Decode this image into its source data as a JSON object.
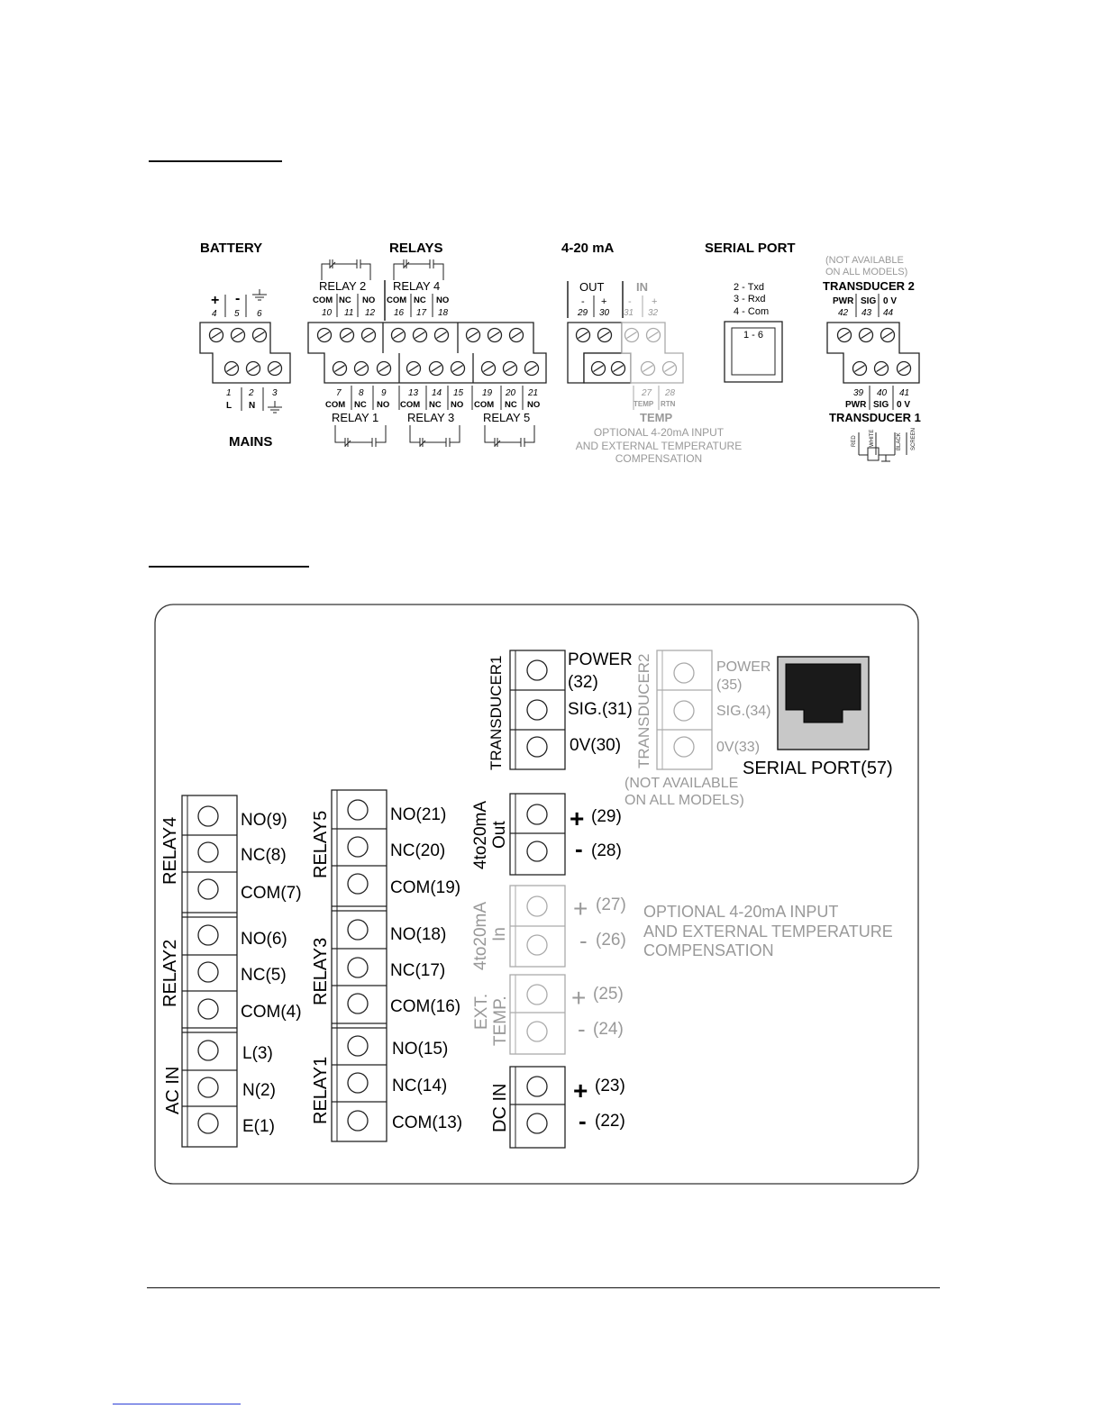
{
  "diagram_a": {
    "battery": {
      "title": "BATTERY",
      "signs": [
        "+",
        "-"
      ],
      "nums": [
        "4",
        "5",
        "6"
      ]
    },
    "relays": {
      "title": "RELAYS",
      "relay2": "RELAY 2",
      "relay4": "RELAY 4",
      "relay1": "RELAY 1",
      "relay3": "RELAY 3",
      "relay5": "RELAY 5",
      "com": "COM",
      "nc": "NC",
      "no": "NO",
      "top_nums": [
        "10",
        "11",
        "12",
        "16",
        "17",
        "18"
      ],
      "bottom_nums": [
        "7",
        "8",
        "9",
        "13",
        "14",
        "15",
        "19",
        "20",
        "21"
      ]
    },
    "mains": {
      "title": "MAINS",
      "nums": [
        "1",
        "2",
        "3"
      ],
      "letters": [
        "L",
        "N"
      ]
    },
    "ma": {
      "title": "4-20 mA",
      "out": "OUT",
      "in": "IN",
      "signs": [
        "-",
        "+",
        "-",
        "+"
      ],
      "nums": [
        "29",
        "30",
        "31",
        "32"
      ],
      "temp_nums": [
        "27",
        "28"
      ],
      "temp_sub": [
        "TEMP",
        "RTN"
      ],
      "temp": "TEMP",
      "note": [
        "OPTIONAL 4-20mA INPUT",
        "AND EXTERNAL TEMPERATURE",
        "COMPENSATION"
      ]
    },
    "serial": {
      "title": "SERIAL PORT",
      "pins": [
        "2 - Txd",
        "3 - Rxd",
        "4 - Com"
      ],
      "range": "1 - 6"
    },
    "t2": {
      "note": [
        "(NOT AVAILABLE",
        "ON ALL MODELS)"
      ],
      "title": "TRANSDUCER 2",
      "labels": [
        "PWR",
        "SIG",
        "0 V"
      ],
      "nums": [
        "42",
        "43",
        "44"
      ]
    },
    "t1": {
      "nums": [
        "39",
        "40",
        "41"
      ],
      "labels": [
        "PWR",
        "SIG",
        "0 V"
      ],
      "title": "TRANSDUCER  1",
      "wires": [
        "RED",
        "WHITE",
        "BLACK",
        "SCREEN"
      ]
    }
  },
  "diagram_b": {
    "transducer1": "TRANSDUCER1",
    "t1_labels": [
      "POWER",
      "(32)",
      "SIG.(31)",
      "0V(30)"
    ],
    "transducer2": "TRANSDUCER2",
    "t2_labels": [
      "POWER",
      "(35)",
      "SIG.(34)",
      "0V(33)"
    ],
    "not_available": [
      "(NOT AVAILABLE",
      "ON ALL MODELS)"
    ],
    "serial_port": "SERIAL PORT(57)",
    "relay4": "RELAY4",
    "relay4_labels": [
      "NO(9)",
      "NC(8)",
      "COM(7)"
    ],
    "relay2": "RELAY2",
    "relay2_labels": [
      "NO(6)",
      "NC(5)",
      "COM(4)"
    ],
    "ac_in": "AC IN",
    "ac_labels": [
      "L(3)",
      "N(2)",
      "E(1)"
    ],
    "relay5": "RELAY5",
    "relay5_labels": [
      "NO(21)",
      "NC(20)",
      "COM(19)"
    ],
    "relay3": "RELAY3",
    "relay3_labels": [
      "NO(18)",
      "NC(17)",
      "COM(16)"
    ],
    "relay1": "RELAY1",
    "relay1_labels": [
      "NO(15)",
      "NC(14)",
      "COM(13)"
    ],
    "ma_out": [
      "4to20mA",
      "Out"
    ],
    "ma_out_labels": [
      "+",
      "(29)",
      "-",
      "(28)"
    ],
    "ma_in": [
      "4to20mA",
      "In"
    ],
    "ma_in_labels": [
      "+",
      "(27)",
      "-",
      "(26)"
    ],
    "ext_temp": [
      "EXT.",
      "TEMP."
    ],
    "ext_labels": [
      "+",
      "(25)",
      "-",
      "(24)"
    ],
    "dc_in": "DC IN",
    "dc_labels": [
      "+",
      "(23)",
      "-",
      "(22)"
    ],
    "optional": [
      "OPTIONAL 4-20mA INPUT",
      "AND EXTERNAL TEMPERATURE",
      "COMPENSATION"
    ]
  }
}
